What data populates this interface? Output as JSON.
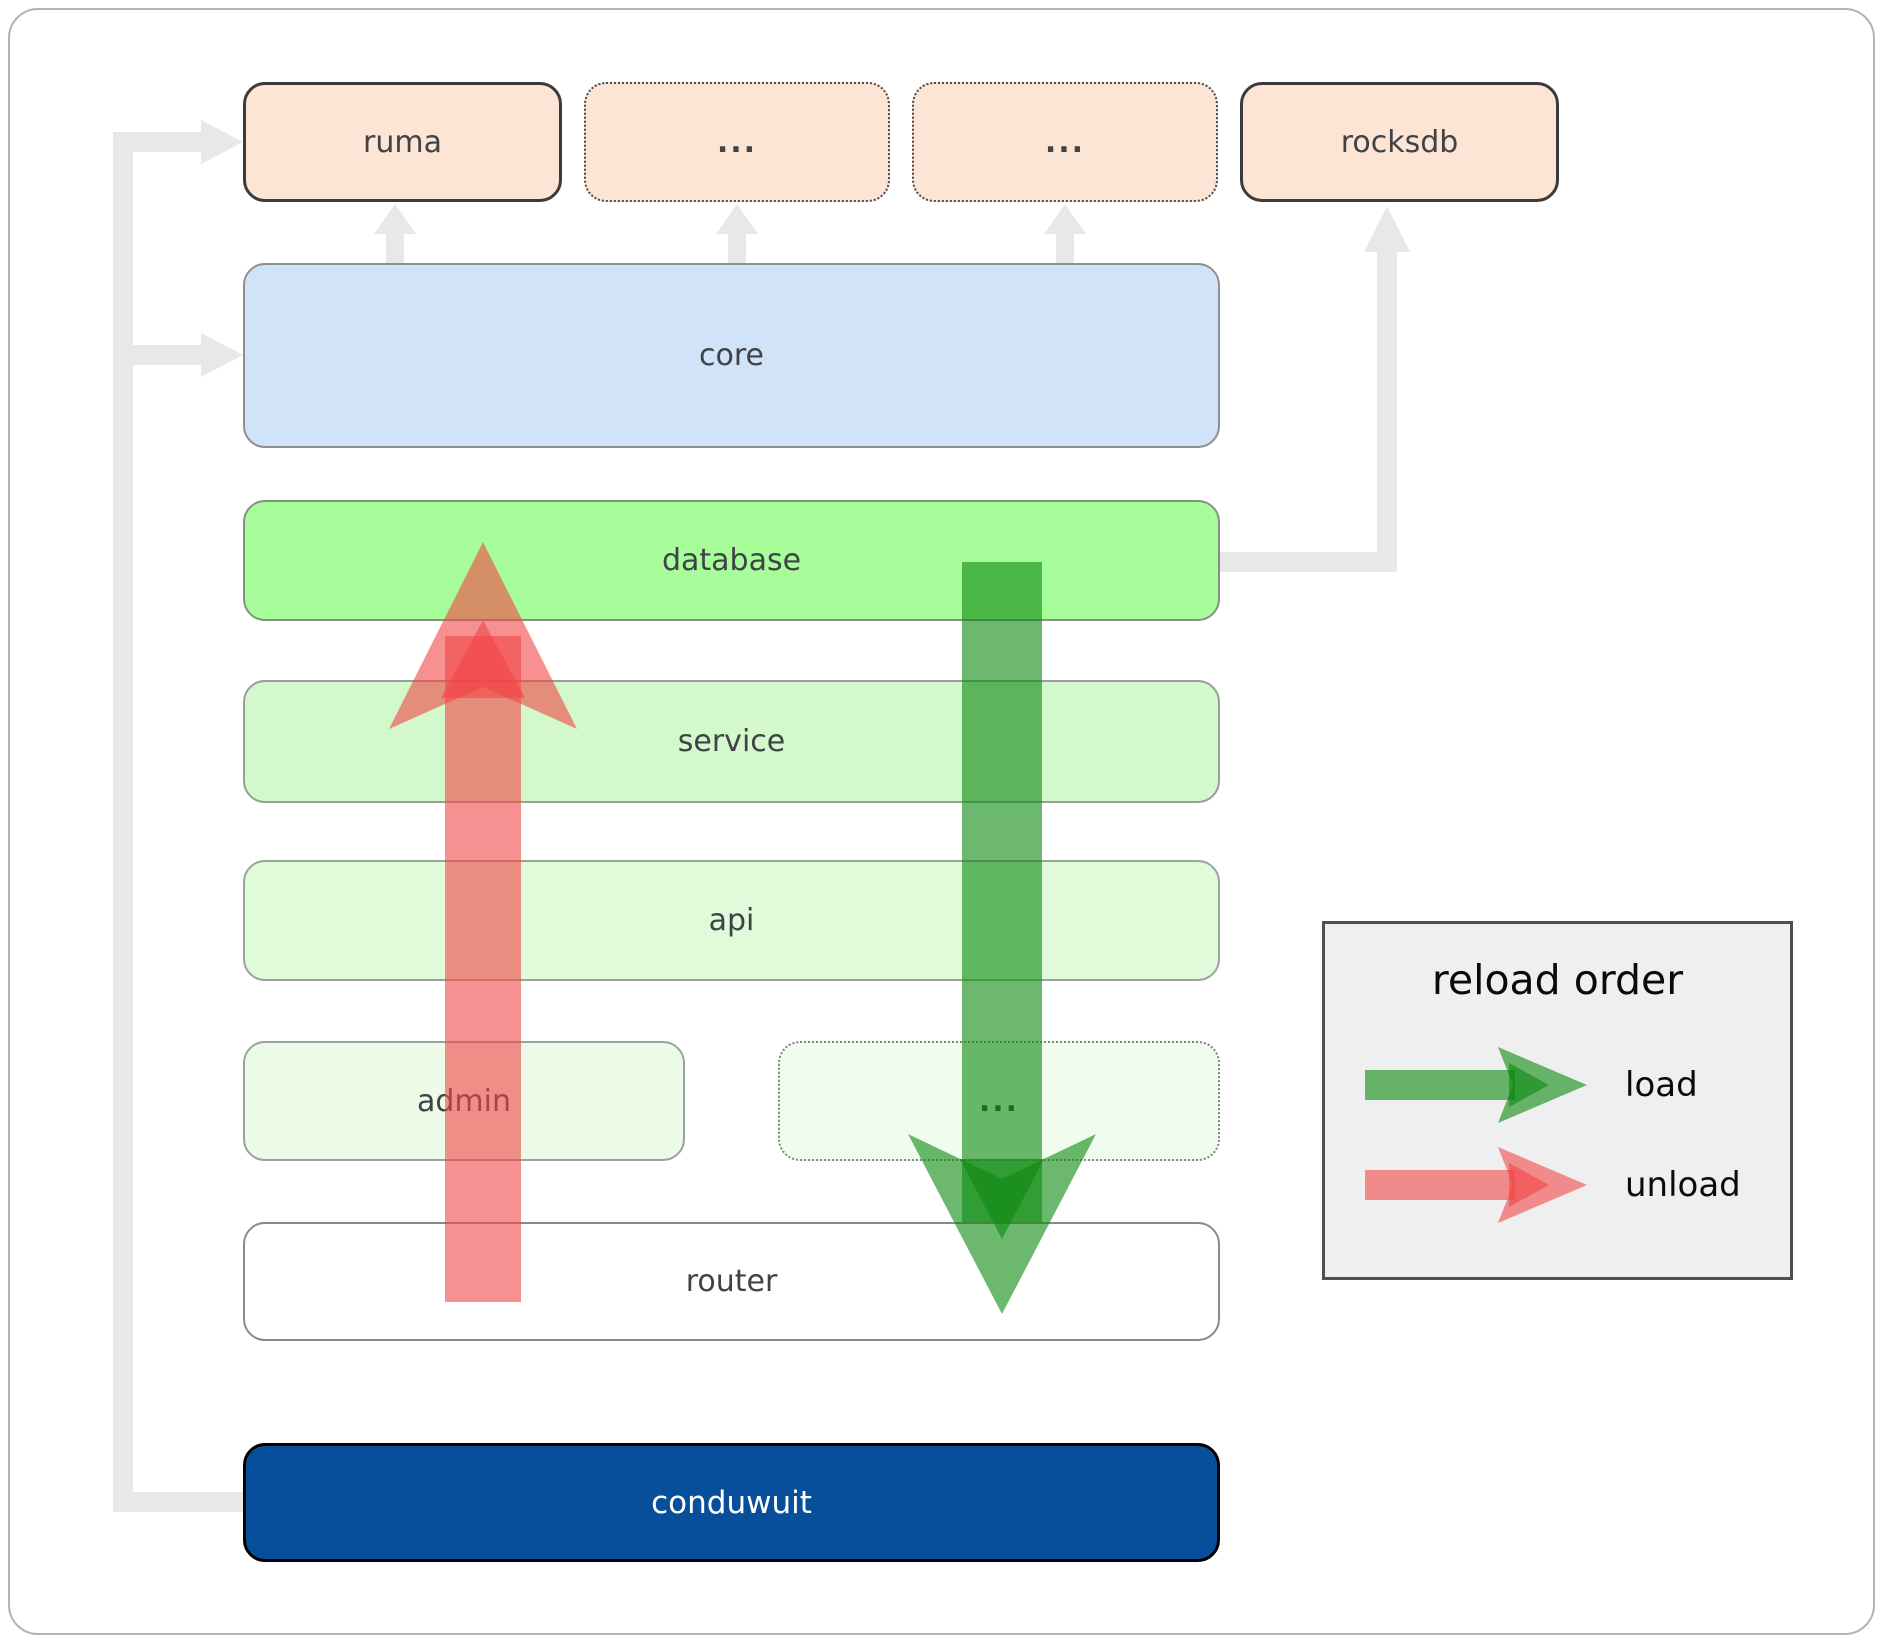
{
  "diagram": {
    "boxes": {
      "ruma": "ruma",
      "ellipsis_top_1": "...",
      "ellipsis_top_2": "...",
      "rocksdb": "rocksdb",
      "core": "core",
      "database": "database",
      "service": "service",
      "api": "api",
      "admin": "admin",
      "ellipsis_bottom": "...",
      "router": "router",
      "conduwuit": "conduwuit"
    }
  },
  "legend": {
    "title": "reload order",
    "load_label": "load",
    "unload_label": "unload"
  },
  "colors": {
    "load_green": "#0c890f",
    "unload_red": "#f24646",
    "connector_gray": "#e8e8e8",
    "conduwuit_blue": "#084f9b",
    "database_green": "#a7fd9a",
    "core_blue": "#d1e3f8",
    "module_peach": "#fce5d4",
    "legend_bg": "#efefef"
  }
}
